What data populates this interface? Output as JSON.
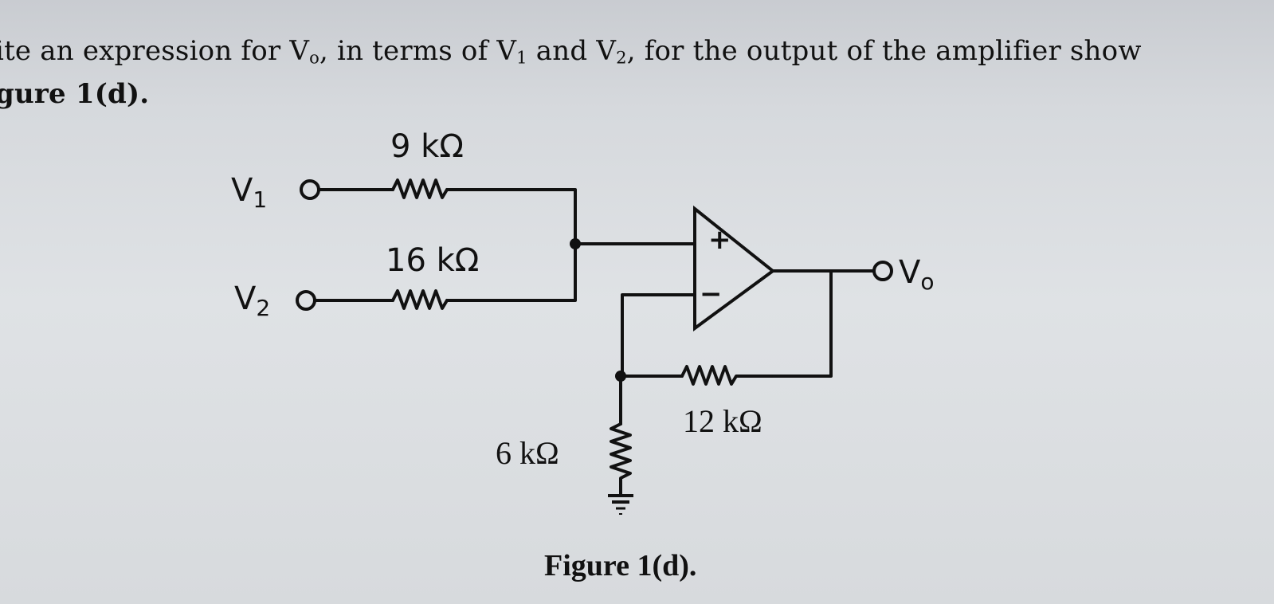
{
  "question": {
    "line1_start": "ite an expression for V",
    "line1_vo_sub": "o",
    "line1_mid1": ", in terms of V",
    "line1_v1_sub": "1",
    "line1_mid2": " and V",
    "line1_v2_sub": "2",
    "line1_end": ", for the output of the amplifier show",
    "line2": "gure 1(d)."
  },
  "diagram": {
    "input1": {
      "symbol": "V",
      "sub": "1"
    },
    "input2": {
      "symbol": "V",
      "sub": "2"
    },
    "output": {
      "symbol": "V",
      "sub": "o"
    },
    "r1": "9 kΩ",
    "r2": "16 kΩ",
    "rg": "6 kΩ",
    "rf": "12 kΩ",
    "plus_sign": "+",
    "minus_sign": "−"
  },
  "caption": "Figure 1(d)."
}
